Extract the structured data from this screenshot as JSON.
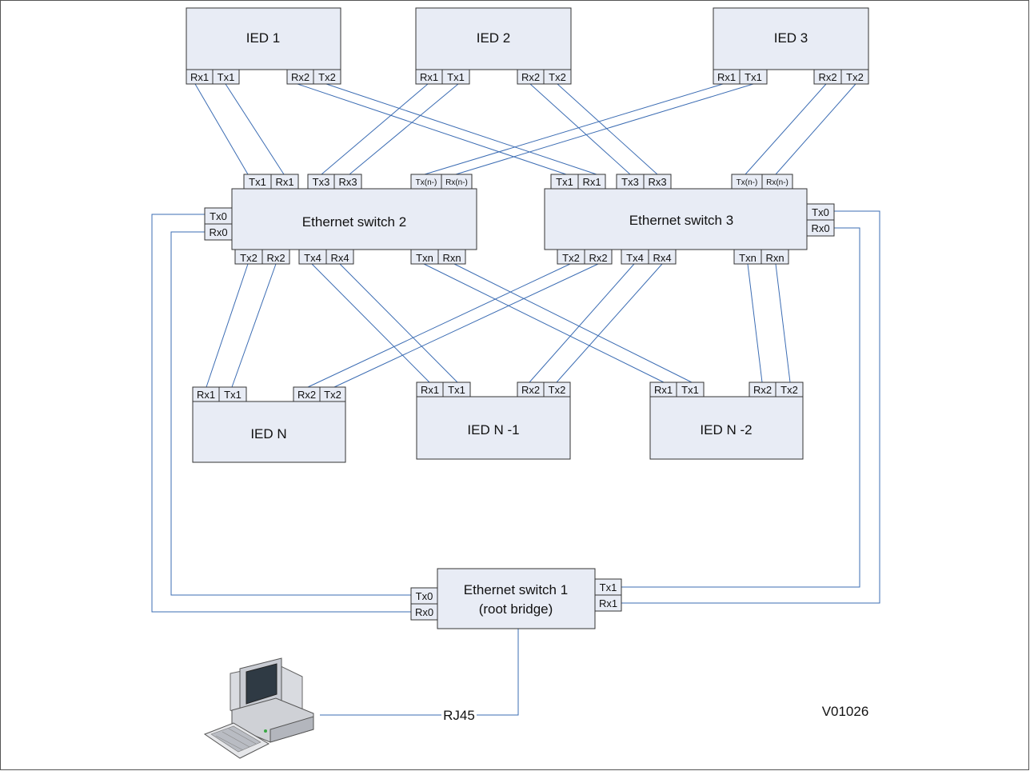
{
  "diagram_id": "V01026",
  "nodes": {
    "ied1": "IED 1",
    "ied2": "IED 2",
    "ied3": "IED 3",
    "sw2": "Ethernet switch 2",
    "sw3": "Ethernet switch 3",
    "iedN": "IED N",
    "iedN1": "IED N -1",
    "iedN2": "IED N -2",
    "sw1_line1": "Ethernet switch 1",
    "sw1_line2": "(root bridge)"
  },
  "ports": {
    "rx1": "Rx1",
    "tx1": "Tx1",
    "rx2": "Rx2",
    "tx2": "Tx2",
    "rx3": "Rx3",
    "tx3": "Tx3",
    "rx4": "Rx4",
    "tx4": "Tx4",
    "rx0": "Rx0",
    "tx0": "Tx0",
    "txn": "Txn",
    "rxn": "Rxn",
    "txn_minus": "Tx(n-)",
    "rxn_minus": "Rx(n-)"
  },
  "connection_label": "RJ45",
  "colors": {
    "link": "#3b6cb3",
    "box_fill": "#e8ecf5",
    "box_stroke": "#333333"
  },
  "icons": {
    "pc": "desktop-computer-icon"
  }
}
